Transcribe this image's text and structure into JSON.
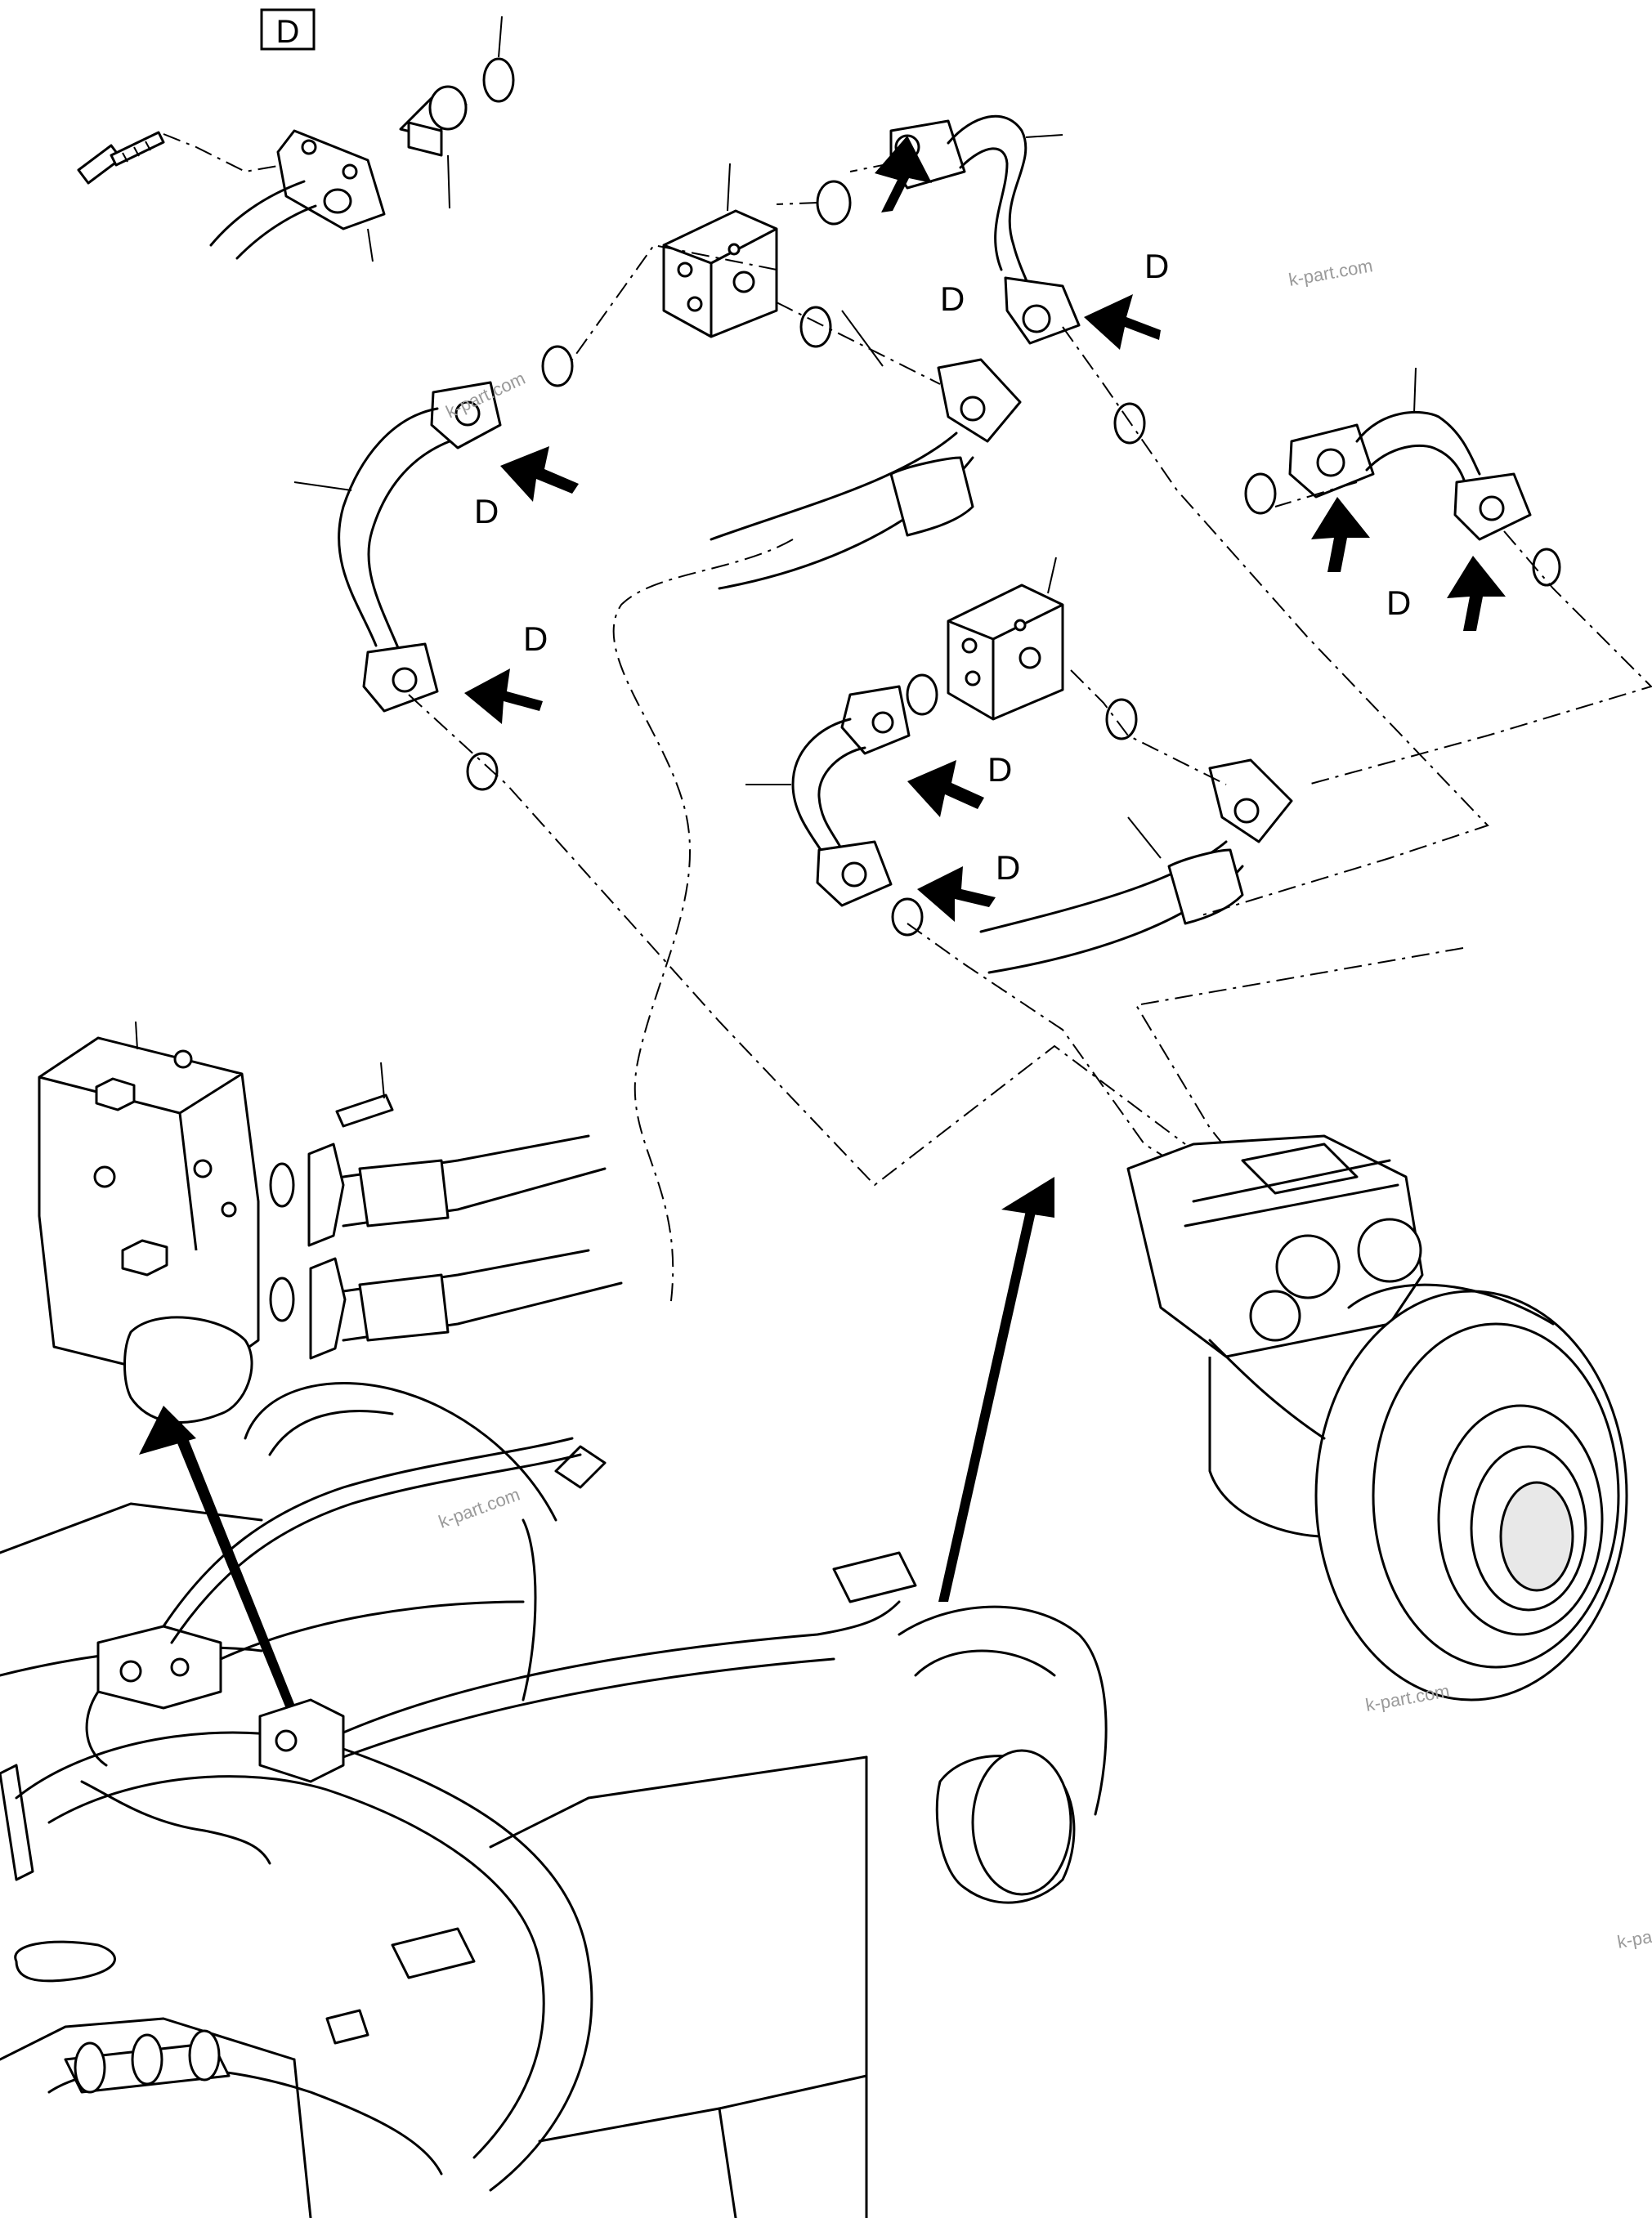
{
  "detail_label": "D",
  "callout_letter": "D",
  "watermark": "k-part.com"
}
